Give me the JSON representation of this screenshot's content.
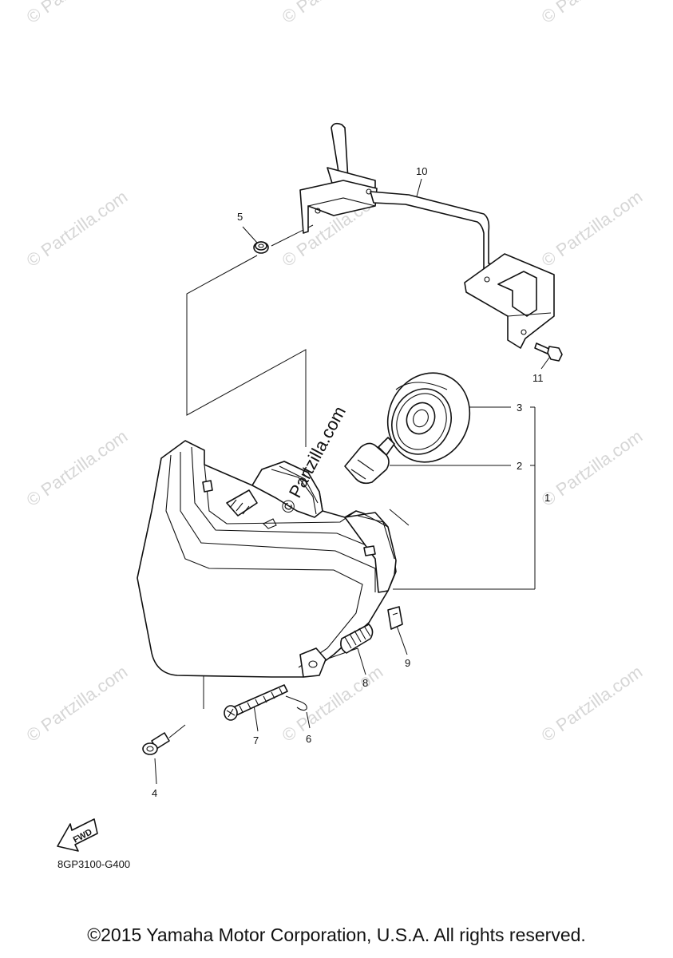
{
  "watermark": "© Partzilla.com",
  "center_watermark": "© Partzilla.com",
  "callouts": [
    "1",
    "2",
    "3",
    "4",
    "5",
    "6",
    "7",
    "8",
    "9",
    "10",
    "11"
  ],
  "fwd_label": "FWD",
  "diagram_code": "8GP3100-G400",
  "copyright": "©2015 Yamaha Motor Corporation, U.S.A. All rights reserved."
}
